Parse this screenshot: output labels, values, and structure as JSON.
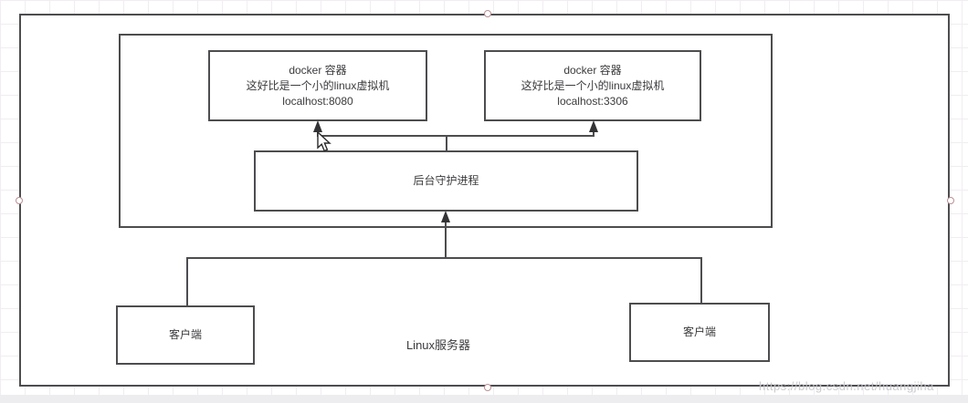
{
  "watermark": {
    "text": "https://blog.csdn.net/huangjiha"
  },
  "diagram": {
    "server": {
      "label": "Linux服务器"
    },
    "containers": [
      {
        "title": "docker 容器",
        "subtitle": "这好比是一个小的linux虚拟机",
        "address": "localhost:8080"
      },
      {
        "title": "docker 容器",
        "subtitle": "这好比是一个小的linux虚拟机",
        "address": "localhost:3306"
      }
    ],
    "daemon": {
      "label": "后台守护进程"
    },
    "clients": [
      {
        "label": "客户端"
      },
      {
        "label": "客户端"
      }
    ]
  },
  "colors": {
    "shape_border": "#4d4d50",
    "text": "#3b3b3e",
    "selection_handle": "#bb8f93",
    "watermark": "#c6c6cb"
  }
}
